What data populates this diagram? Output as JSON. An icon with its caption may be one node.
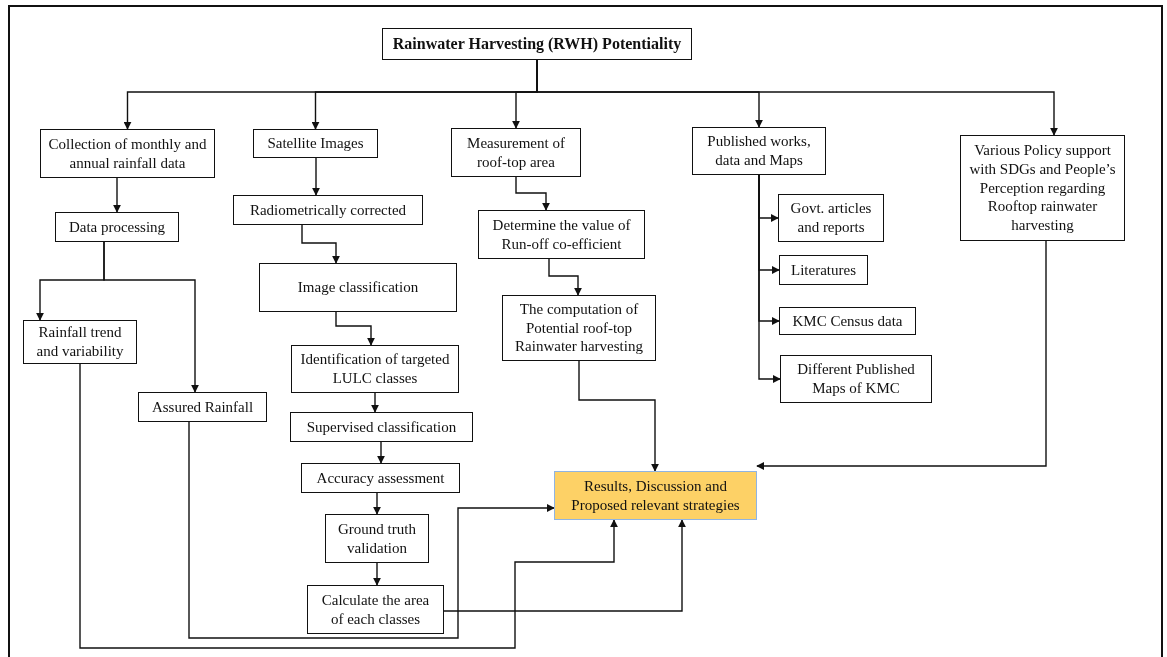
{
  "diagram": {
    "nodes": [
      {
        "text": [
          "Rainwater Harvesting (RWH) Potentiality"
        ]
      },
      {
        "text": [
          "Collection of monthly and annual rainfall data"
        ]
      },
      {
        "text": [
          "Satellite Images"
        ]
      },
      {
        "text": [
          "Measurement of roof-top area"
        ]
      },
      {
        "text": [
          "Published works, data and Maps"
        ]
      },
      {
        "text": [
          "Various Policy support with SDGs and People’s Perception regarding Rooftop rainwater harvesting"
        ]
      },
      {
        "text": [
          "Data processing"
        ]
      },
      {
        "text": [
          "Radiometrically corrected"
        ]
      },
      {
        "text": [
          "Determine the value of Run-off co-efficient"
        ]
      },
      {
        "text": [
          "Govt. articles and reports"
        ]
      },
      {
        "text": [
          "Literatures"
        ]
      },
      {
        "text": [
          "Image classification"
        ]
      },
      {
        "text": [
          "The computation of Potential roof-top Rainwater harvesting"
        ]
      },
      {
        "text": [
          "KMC Census data"
        ]
      },
      {
        "text": [
          "Rainfall trend and variability"
        ]
      },
      {
        "text": [
          "Identification of targeted LULC classes"
        ]
      },
      {
        "text": [
          "Different Published Maps of KMC"
        ]
      },
      {
        "text": [
          "Assured Rainfall"
        ]
      },
      {
        "text": [
          "Supervised classification"
        ]
      },
      {
        "text": [
          "Accuracy assessment"
        ]
      },
      {
        "text": [
          "Results, Discussion and Proposed relevant strategies"
        ]
      },
      {
        "text": [
          "Ground truth validation"
        ]
      },
      {
        "text": [
          "Calculate the area of each classes"
        ]
      }
    ],
    "edges": [
      {
        "from": 0,
        "to": 1,
        "arrow": "to"
      },
      {
        "from": 0,
        "to": 2,
        "arrow": "to"
      },
      {
        "from": 0,
        "to": 3,
        "arrow": "to"
      },
      {
        "from": 0,
        "to": 4,
        "arrow": "to"
      },
      {
        "from": 0,
        "to": 5,
        "arrow": "to"
      },
      {
        "from": 1,
        "to": 6,
        "arrow": "to"
      },
      {
        "from": 6,
        "to": 14,
        "arrow": "to"
      },
      {
        "from": 6,
        "to": 17,
        "arrow": "to"
      },
      {
        "from": 2,
        "to": 7,
        "arrow": "to"
      },
      {
        "from": 7,
        "to": 11,
        "arrow": "to"
      },
      {
        "from": 11,
        "to": 15,
        "arrow": "to"
      },
      {
        "from": 15,
        "to": 18,
        "arrow": "to"
      },
      {
        "from": 18,
        "to": 19,
        "arrow": "to"
      },
      {
        "from": 19,
        "to": 21,
        "arrow": "to"
      },
      {
        "from": 21,
        "to": 22,
        "arrow": "to"
      },
      {
        "from": 3,
        "to": 8,
        "arrow": "to"
      },
      {
        "from": 8,
        "to": 12,
        "arrow": "to"
      },
      {
        "from": 12,
        "to": 20,
        "arrow": "to"
      },
      {
        "from": 4,
        "to": 9,
        "arrow": "to"
      },
      {
        "from": 4,
        "to": 10,
        "arrow": "to"
      },
      {
        "from": 4,
        "to": 13,
        "arrow": "to"
      },
      {
        "from": 4,
        "to": 16,
        "arrow": "to"
      },
      {
        "from": 5,
        "to": 20,
        "arrow": "to"
      },
      {
        "from": 14,
        "to": 20,
        "arrow": "to"
      },
      {
        "from": 17,
        "to": 20,
        "arrow": "to"
      },
      {
        "from": 22,
        "to": 20,
        "arrow": "to"
      }
    ]
  }
}
